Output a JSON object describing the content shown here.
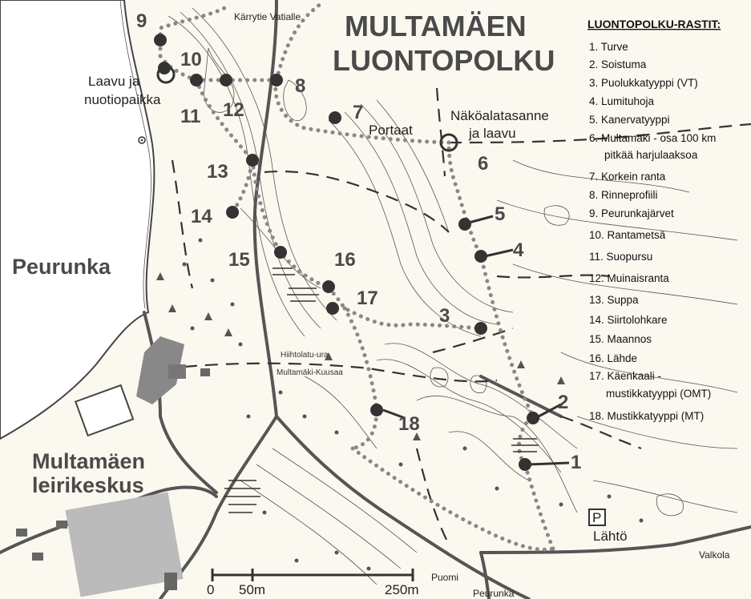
{
  "map": {
    "title_line1": "MULTAMÄEN",
    "title_line2": "LUONTOPOLKU",
    "places": {
      "peurunka": "Peurunka",
      "leirikeskus_1": "Multamäen",
      "leirikeskus_2": "leirikeskus",
      "karrytie": "Kärrytie Vatialle",
      "laavu_1": "Laavu ja",
      "laavu_2": "nuotiopaikka",
      "nakoala_1": "Näköalatasanne",
      "nakoala_2": "ja laavu",
      "portaat": "Portaat",
      "hiihtolatu": "Hiihtolatu-ura",
      "multamaki_kuusaa": "Multamäki-Kuusaa",
      "lahto": "Lähtö",
      "parking": "P",
      "valkola": "Valkola",
      "puomi": "Puomi",
      "peurunka_road": "Peurunka"
    },
    "stations": [
      "1",
      "2",
      "3",
      "4",
      "5",
      "6",
      "7",
      "8",
      "9",
      "10",
      "11",
      "12",
      "13",
      "14",
      "15",
      "16",
      "17",
      "18"
    ],
    "scale": {
      "zero": "0",
      "mid": "50m",
      "end": "250m"
    }
  },
  "legend": {
    "heading": "LUONTOPOLKU-RASTIT:",
    "items": [
      "1. Turve",
      "2. Soistuma",
      "3. Puolukkatyyppi (VT)",
      "4. Lumituhoja",
      "5. Kanervatyyppi",
      "6. Multamäki - osa 100 km",
      "pitkää harjulaaksoa",
      "7. Korkein ranta",
      "8. Rinneprofiili",
      "9. Peurunkajärvet",
      "10. Rantametsä",
      "11. Suopursu",
      "12. Muinaisranta",
      "13. Suppa",
      "14. Siirtolohkare",
      "15. Maannos",
      "16. Lähde",
      "17. Käenkaali -",
      "mustikkatyyppi (OMT)",
      "18. Mustikkatyyppi (MT)"
    ]
  }
}
